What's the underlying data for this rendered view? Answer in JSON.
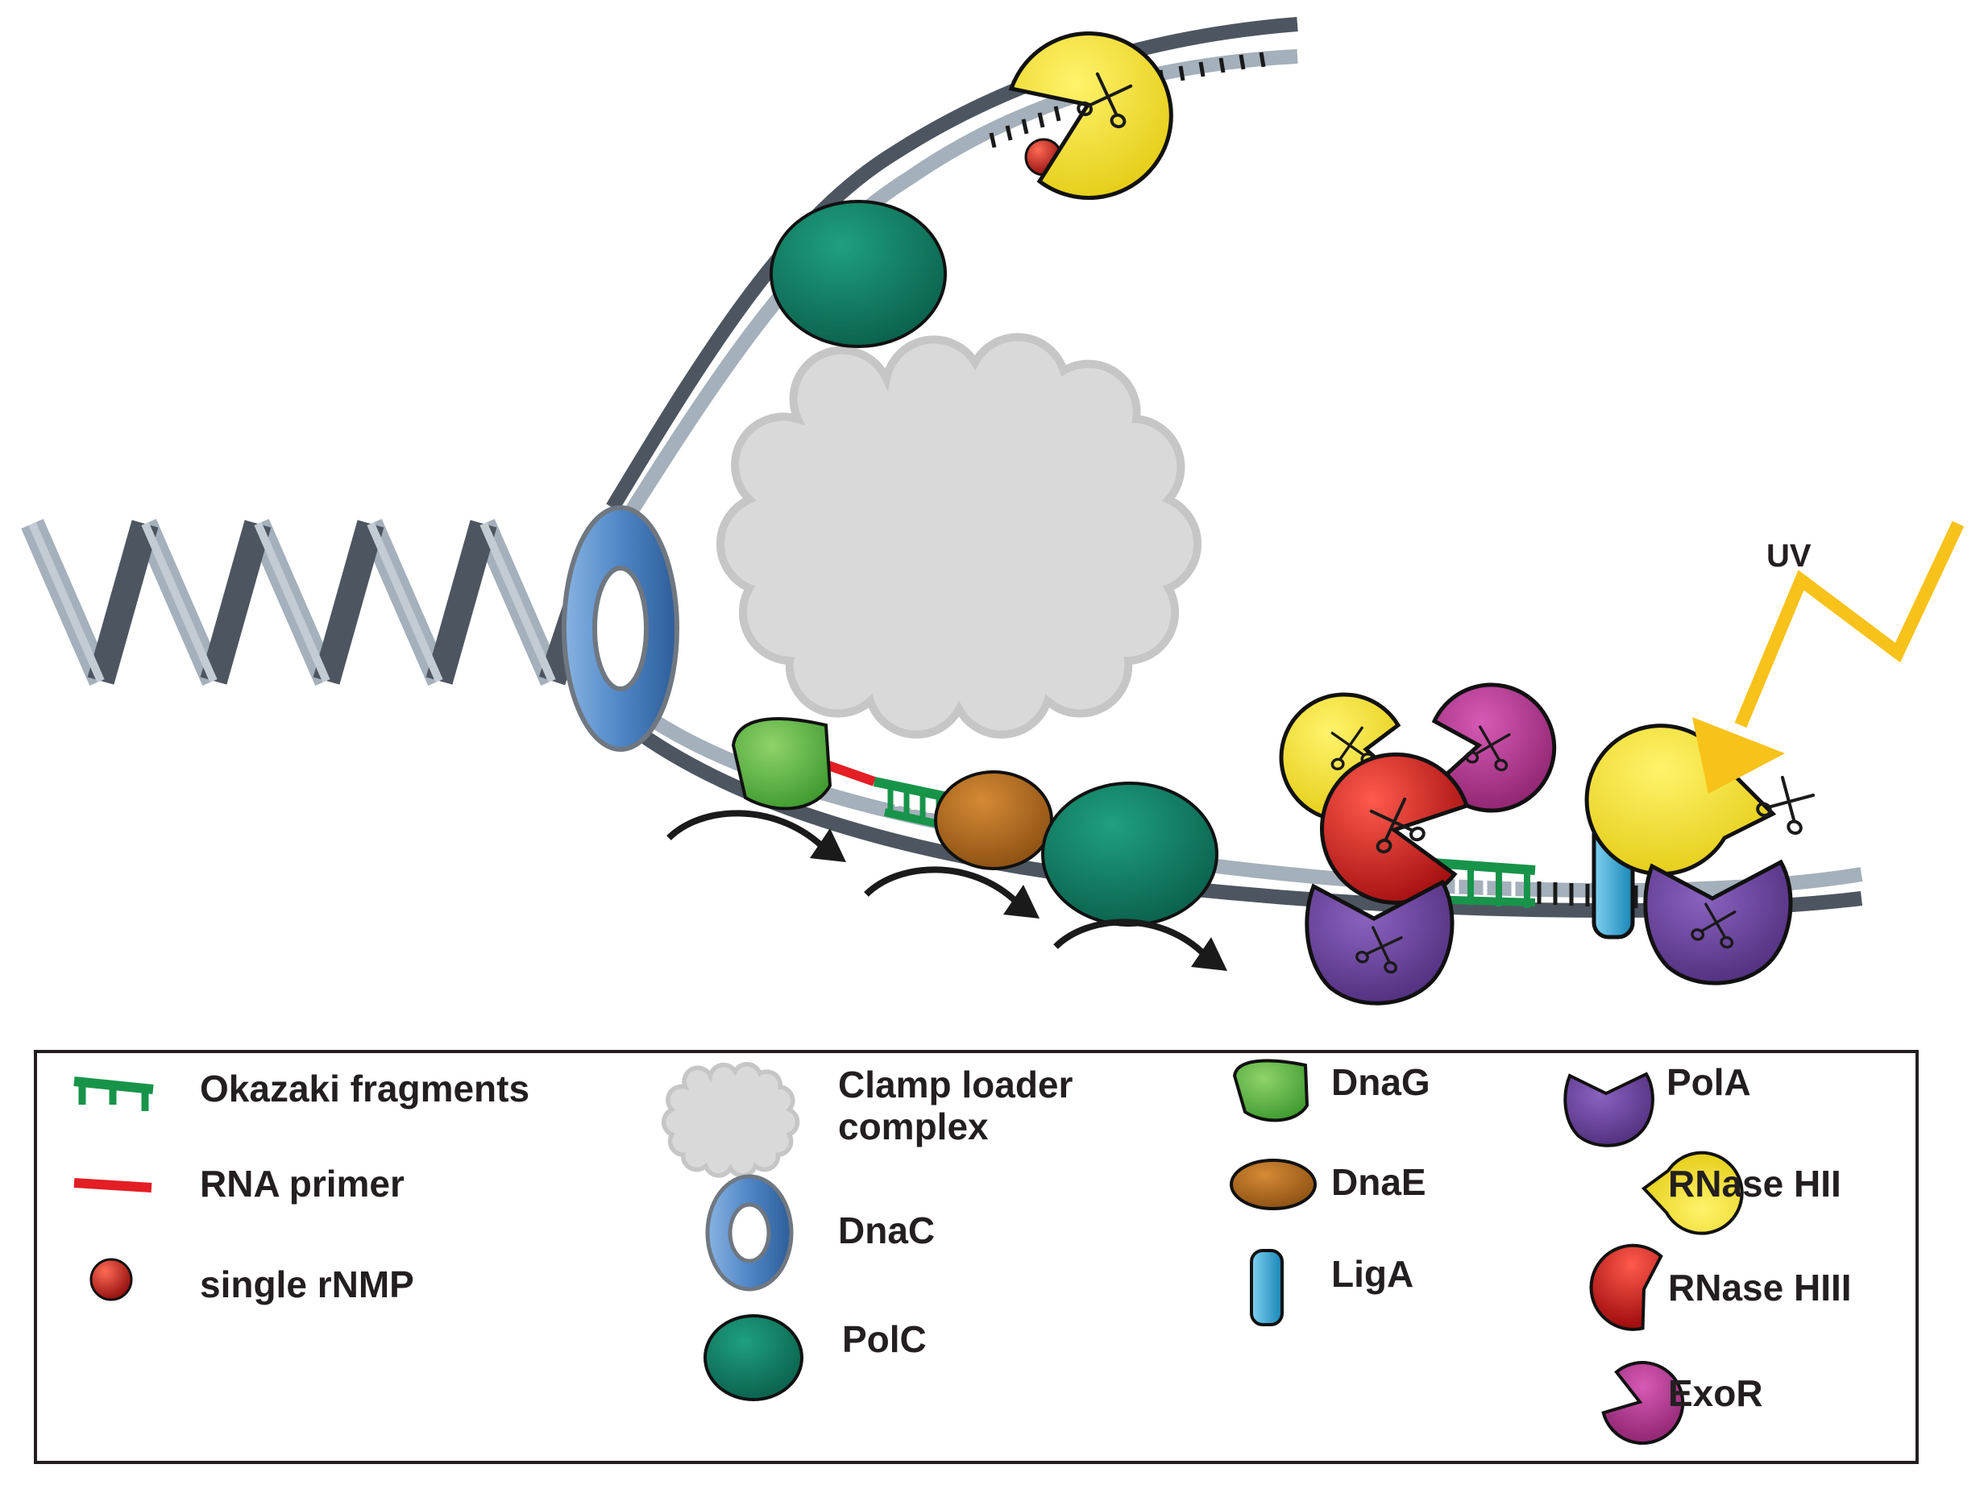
{
  "diagram": {
    "uv_label": "UV"
  },
  "legend": {
    "okazaki": "Okazaki fragments",
    "rna_primer": "RNA primer",
    "single_rnmp": "single rNMP",
    "clamp_loader_line1": "Clamp loader",
    "clamp_loader_line2": "complex",
    "dnac": "DnaC",
    "polc": "PolC",
    "dnag": "DnaG",
    "dnae": "DnaE",
    "liga": "LigA",
    "pola": "PolA",
    "rnase_hii": "RNase HII",
    "rnase_hiii": "RNase HIII",
    "exor": "ExoR"
  },
  "colors": {
    "strand_dark": "#4d5660",
    "strand_light": "#a4b0bb",
    "polc_green": "#0e7a61",
    "dnag_green": "#66bb47",
    "dnae_brown": "#b86e1e",
    "dnac_blue": "#4f86c6",
    "liga_blue": "#2ba6d9",
    "rnase_hii_yellow": "#f5e52a",
    "rnase_hiii_red": "#e0262b",
    "exor_magenta": "#b6308f",
    "pola_purple": "#6a3f99",
    "okazaki_green": "#17944a",
    "rna_primer_red": "#e31e24",
    "clamp_loader_gray": "#d9d9d9",
    "uv_yellow": "#f7c21a"
  }
}
